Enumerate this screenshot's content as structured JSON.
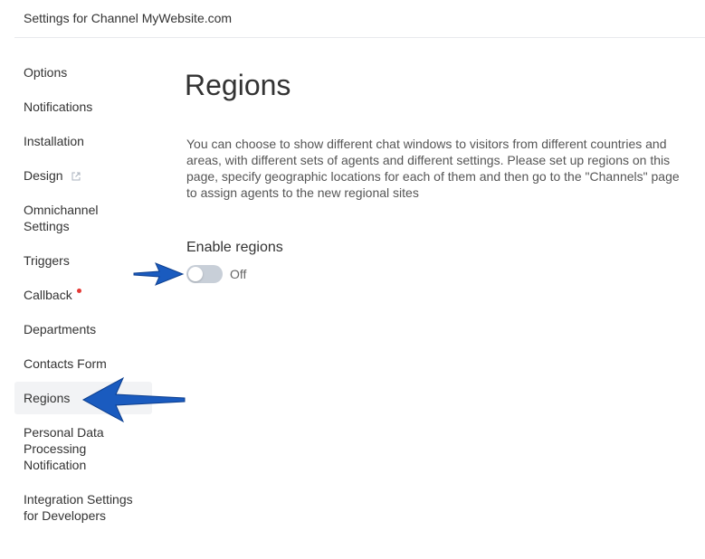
{
  "header": {
    "title": "Settings for Channel MyWebsite.com"
  },
  "sidebar": {
    "items": [
      {
        "label": "Options"
      },
      {
        "label": "Notifications"
      },
      {
        "label": "Installation"
      },
      {
        "label": "Design",
        "icon": "external-link-icon"
      },
      {
        "label": "Omnichannel Settings"
      },
      {
        "label": "Triggers"
      },
      {
        "label": "Callback",
        "badge": "red-dot"
      },
      {
        "label": "Departments"
      },
      {
        "label": "Contacts Form"
      },
      {
        "label": "Regions",
        "active": true
      },
      {
        "label": "Personal Data Processing Notification"
      },
      {
        "label": "Integration Settings for Developers"
      }
    ]
  },
  "main": {
    "title": "Regions",
    "description": "You can choose to show different chat windows to visitors from different countries and areas, with different sets of agents and different settings. Please set up regions on this page, specify geographic locations for each of them and then go to the \"Channels\" page to assign agents to the new regional sites",
    "enable_regions": {
      "label": "Enable regions",
      "state_label": "Off",
      "enabled": false
    }
  },
  "colors": {
    "accent_arrow": "#1a5bbf",
    "active_bg": "#f2f3f5",
    "toggle_off": "#c8cfd8",
    "badge_red": "#e53935"
  }
}
